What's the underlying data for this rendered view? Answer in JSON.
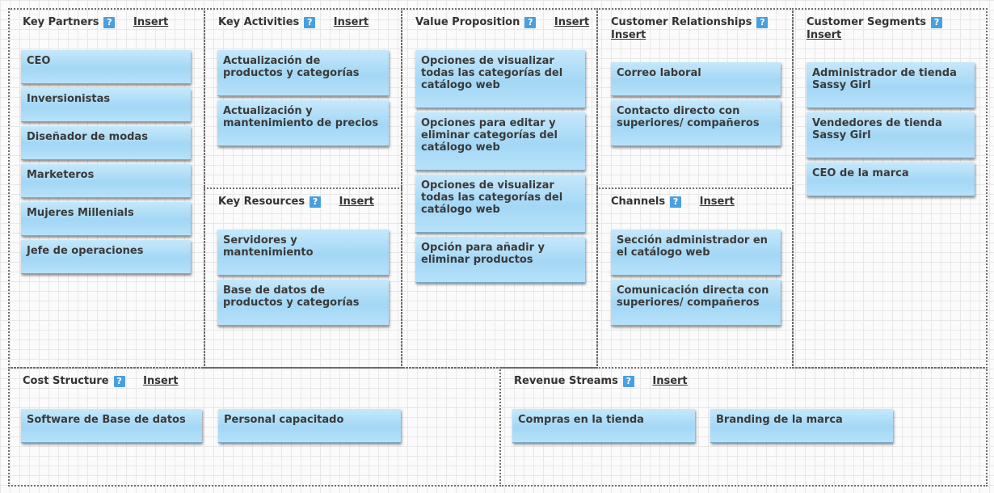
{
  "sections": {
    "key_partners": {
      "title": "Key Partners",
      "help": "?",
      "insert": "Insert",
      "notes": [
        "CEO",
        "Inversionistas",
        "Diseñador de modas",
        "Marketeros",
        "Mujeres Millenials",
        "Jefe de operaciones"
      ]
    },
    "key_activities": {
      "title": "Key Activities",
      "help": "?",
      "insert": "Insert",
      "notes": [
        "Actualización de productos y categorías",
        "Actualización y mantenimiento de precios"
      ]
    },
    "key_resources": {
      "title": "Key Resources",
      "help": "?",
      "insert": "Insert",
      "notes": [
        "Servidores y mantenimiento",
        "Base de datos de productos y categorías"
      ]
    },
    "value_proposition": {
      "title": "Value Proposition",
      "help": "?",
      "insert": "Insert",
      "notes": [
        "Opciones de visualizar todas las categorías del catálogo web",
        "Opciones para editar y eliminar categorías del catálogo web",
        "Opciones de visualizar todas las categorías del catálogo web",
        "Opción para añadir y eliminar productos"
      ]
    },
    "customer_relationships": {
      "title": "Customer Relationships",
      "help": "?",
      "insert": "Insert",
      "notes": [
        "Correo laboral",
        "Contacto directo con superiores/ compañeros"
      ]
    },
    "channels": {
      "title": "Channels",
      "help": "?",
      "insert": "Insert",
      "notes": [
        "Sección administrador en el catálogo web",
        "Comunicación directa con superiores/ compañeros"
      ]
    },
    "customer_segments": {
      "title": "Customer Segments",
      "help": "?",
      "insert": "Insert",
      "notes": [
        "Administrador de tienda Sassy Girl",
        "Vendedores de tienda Sassy Girl",
        "CEO de la marca"
      ]
    },
    "cost_structure": {
      "title": "Cost Structure",
      "help": "?",
      "insert": "Insert",
      "notes": [
        "Software de Base de datos",
        "Personal capacitado"
      ]
    },
    "revenue_streams": {
      "title": "Revenue Streams",
      "help": "?",
      "insert": "Insert",
      "notes": [
        "Compras en la tienda",
        "Branding de la marca"
      ]
    }
  },
  "colors": {
    "note_fill": "#a3d7f5",
    "help_icon": "#4a9fe0",
    "border": "#6e6e6e"
  }
}
